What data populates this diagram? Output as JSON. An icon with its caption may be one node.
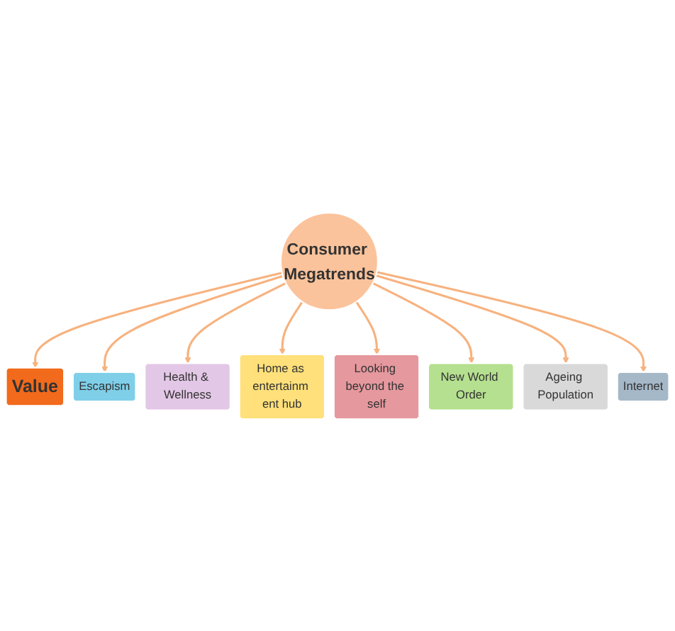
{
  "diagram": {
    "nodes": [
      {
        "text": [
          "Consumer Megatrends"
        ]
      },
      {
        "text": [
          "Value"
        ]
      },
      {
        "text": [
          "Escapism"
        ]
      },
      {
        "text": [
          "Health & Wellness"
        ]
      },
      {
        "text": [
          "Home as entertainm ent hub"
        ]
      },
      {
        "text": [
          "Looking beyond the self"
        ]
      },
      {
        "text": [
          "New World Order"
        ]
      },
      {
        "text": [
          "Ageing Population"
        ]
      },
      {
        "text": [
          "Internet"
        ]
      }
    ],
    "edges": [
      {
        "from": 0,
        "to": 1,
        "arrow": "to"
      },
      {
        "from": 0,
        "to": 2,
        "arrow": "to"
      },
      {
        "from": 0,
        "to": 3,
        "arrow": "to"
      },
      {
        "from": 0,
        "to": 4,
        "arrow": "to"
      },
      {
        "from": 0,
        "to": 5,
        "arrow": "to"
      },
      {
        "from": 0,
        "to": 6,
        "arrow": "to"
      },
      {
        "from": 0,
        "to": 7,
        "arrow": "to"
      },
      {
        "from": 0,
        "to": 8,
        "arrow": "to"
      }
    ]
  }
}
